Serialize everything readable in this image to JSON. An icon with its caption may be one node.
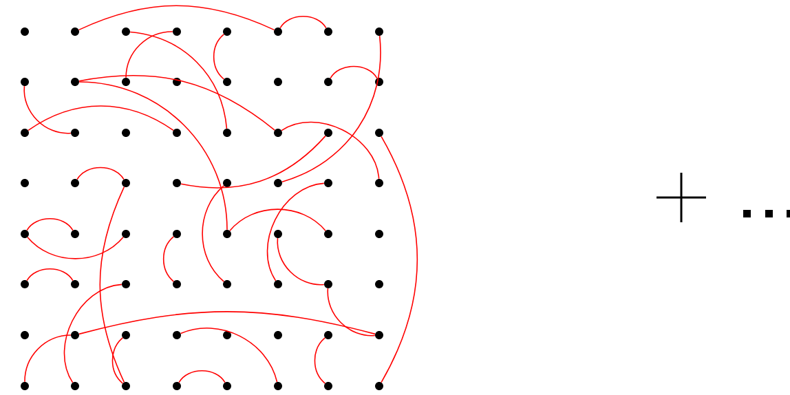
{
  "diagram": {
    "nodes": [
      {
        "text": [],
        "shape": "circle"
      },
      {
        "text": [],
        "shape": "circle"
      },
      {
        "text": [],
        "shape": "circle"
      },
      {
        "text": [],
        "shape": "circle"
      },
      {
        "text": [],
        "shape": "circle"
      },
      {
        "text": [],
        "shape": "circle"
      },
      {
        "text": [],
        "shape": "circle"
      },
      {
        "text": [],
        "shape": "circle"
      },
      {
        "text": [],
        "shape": "circle"
      },
      {
        "text": [],
        "shape": "circle"
      },
      {
        "text": [],
        "shape": "circle"
      },
      {
        "text": [],
        "shape": "circle"
      },
      {
        "text": [],
        "shape": "circle"
      },
      {
        "text": [],
        "shape": "circle"
      },
      {
        "text": [],
        "shape": "circle"
      },
      {
        "text": [],
        "shape": "circle"
      },
      {
        "text": [],
        "shape": "circle"
      },
      {
        "text": [],
        "shape": "circle"
      },
      {
        "text": [],
        "shape": "circle"
      },
      {
        "text": [],
        "shape": "circle"
      },
      {
        "text": [],
        "shape": "circle"
      },
      {
        "text": [],
        "shape": "circle"
      },
      {
        "text": [],
        "shape": "circle"
      },
      {
        "text": [],
        "shape": "circle"
      },
      {
        "text": [],
        "shape": "circle"
      },
      {
        "text": [],
        "shape": "circle"
      },
      {
        "text": [],
        "shape": "circle"
      },
      {
        "text": [],
        "shape": "circle"
      },
      {
        "text": [],
        "shape": "circle"
      },
      {
        "text": [],
        "shape": "circle"
      },
      {
        "text": [],
        "shape": "circle"
      },
      {
        "text": [],
        "shape": "circle"
      },
      {
        "text": [],
        "shape": "circle"
      },
      {
        "text": [],
        "shape": "circle"
      },
      {
        "text": [],
        "shape": "circle"
      },
      {
        "text": [],
        "shape": "circle"
      },
      {
        "text": [],
        "shape": "circle"
      },
      {
        "text": [],
        "shape": "circle"
      },
      {
        "text": [],
        "shape": "circle"
      },
      {
        "text": [],
        "shape": "circle"
      },
      {
        "text": [],
        "shape": "circle"
      },
      {
        "text": [],
        "shape": "circle"
      },
      {
        "text": [],
        "shape": "circle"
      },
      {
        "text": [],
        "shape": "circle"
      },
      {
        "text": [],
        "shape": "circle"
      },
      {
        "text": [],
        "shape": "circle"
      },
      {
        "text": [],
        "shape": "circle"
      },
      {
        "text": [],
        "shape": "circle"
      },
      {
        "text": [],
        "shape": "circle"
      },
      {
        "text": [],
        "shape": "circle"
      },
      {
        "text": [],
        "shape": "circle"
      },
      {
        "text": [],
        "shape": "circle"
      },
      {
        "text": [],
        "shape": "circle"
      },
      {
        "text": [],
        "shape": "circle"
      },
      {
        "text": [],
        "shape": "circle"
      },
      {
        "text": [],
        "shape": "circle"
      },
      {
        "text": [],
        "shape": "circle"
      },
      {
        "text": [],
        "shape": "circle"
      },
      {
        "text": [],
        "shape": "circle"
      },
      {
        "text": [],
        "shape": "circle"
      },
      {
        "text": [],
        "shape": "circle"
      },
      {
        "text": [],
        "shape": "circle"
      },
      {
        "text": [],
        "shape": "circle"
      },
      {
        "text": [],
        "shape": "circle"
      }
    ],
    "edges": [
      {
        "from": 1,
        "to": 5,
        "arrow": "none"
      },
      {
        "from": 5,
        "to": 6,
        "arrow": "none"
      },
      {
        "from": 2,
        "to": 20,
        "arrow": "none"
      },
      {
        "from": 3,
        "to": 10,
        "arrow": "none"
      },
      {
        "from": 4,
        "to": 12,
        "arrow": "none"
      },
      {
        "from": 7,
        "to": 29,
        "arrow": "none"
      },
      {
        "from": 9,
        "to": 21,
        "arrow": "none"
      },
      {
        "from": 9,
        "to": 36,
        "arrow": "none"
      },
      {
        "from": 14,
        "to": 15,
        "arrow": "none"
      },
      {
        "from": 8,
        "to": 17,
        "arrow": "none"
      },
      {
        "from": 16,
        "to": 19,
        "arrow": "none"
      },
      {
        "from": 21,
        "to": 31,
        "arrow": "none"
      },
      {
        "from": 22,
        "to": 27,
        "arrow": "none"
      },
      {
        "from": 23,
        "to": 63,
        "arrow": "none"
      },
      {
        "from": 25,
        "to": 26,
        "arrow": "none"
      },
      {
        "from": 26,
        "to": 58,
        "arrow": "none"
      },
      {
        "from": 28,
        "to": 44,
        "arrow": "none"
      },
      {
        "from": 30,
        "to": 45,
        "arrow": "none"
      },
      {
        "from": 32,
        "to": 33,
        "arrow": "none"
      },
      {
        "from": 32,
        "to": 34,
        "arrow": "none"
      },
      {
        "from": 35,
        "to": 43,
        "arrow": "none"
      },
      {
        "from": 36,
        "to": 38,
        "arrow": "none"
      },
      {
        "from": 37,
        "to": 46,
        "arrow": "none"
      },
      {
        "from": 46,
        "to": 55,
        "arrow": "none"
      },
      {
        "from": 40,
        "to": 41,
        "arrow": "none"
      },
      {
        "from": 42,
        "to": 57,
        "arrow": "none"
      },
      {
        "from": 56,
        "to": 49,
        "arrow": "none"
      },
      {
        "from": 49,
        "to": 55,
        "arrow": "none"
      },
      {
        "from": 50,
        "to": 58,
        "arrow": "none"
      },
      {
        "from": 51,
        "to": 61,
        "arrow": "none"
      },
      {
        "from": 59,
        "to": 60,
        "arrow": "none"
      },
      {
        "from": 54,
        "to": 62,
        "arrow": "none"
      }
    ]
  }
}
